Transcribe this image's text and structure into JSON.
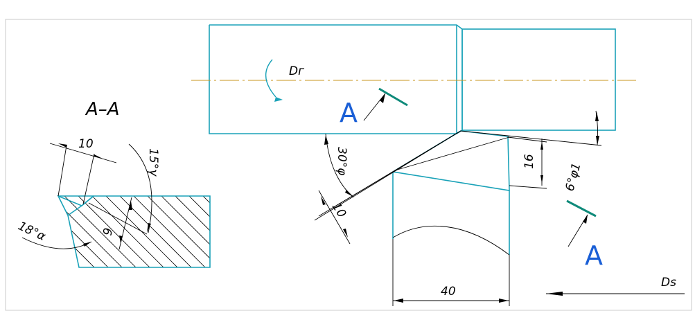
{
  "section_title": "A–A",
  "labels": {
    "dim_10_section": "10",
    "angle_15": "15°γ",
    "angle_18": "18°α",
    "dim_6": "6",
    "rotation": "Dг",
    "view_marker_top": "A",
    "view_marker_bottom": "A",
    "angle_30": "30°φ",
    "dim_10_tool": "10",
    "dim_16": "16",
    "angle_6": "6°φ1",
    "dim_40": "40",
    "feed": "Ds"
  },
  "colors": {
    "part_outline": "#1aa2b8",
    "center_axis": "#c8961e",
    "view_letters": "#1a5fd6",
    "cut_marker": "#0f8a7a"
  }
}
